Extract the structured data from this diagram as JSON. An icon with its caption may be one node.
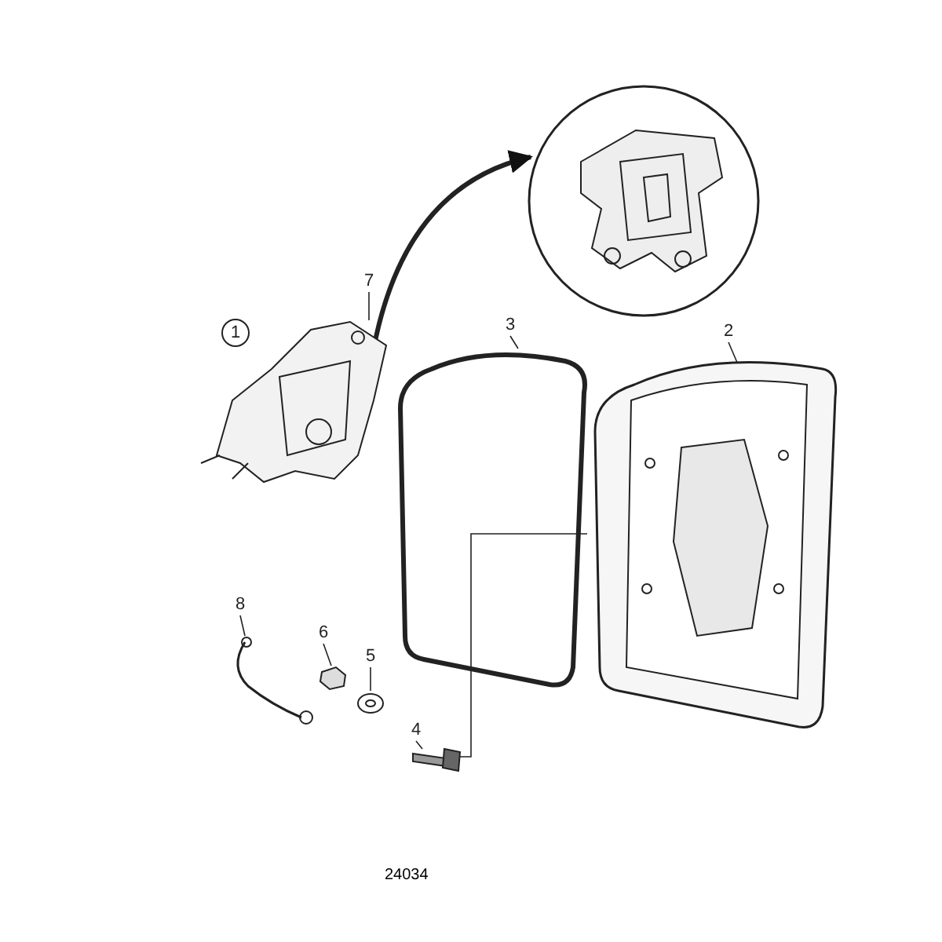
{
  "diagram": {
    "nodes": [
      {
        "text": [
          "1"
        ]
      },
      {
        "text": [],
        "shape": "picture"
      },
      {
        "text": [
          "7"
        ]
      },
      {
        "text": [],
        "shape": "picture"
      },
      {
        "text": [
          "3"
        ]
      },
      {
        "text": [],
        "shape": "picture"
      },
      {
        "text": [
          "2"
        ]
      },
      {
        "text": [],
        "shape": "picture"
      },
      {
        "text": [
          "8"
        ]
      },
      {
        "text": [],
        "shape": "picture"
      },
      {
        "text": [
          "6"
        ]
      },
      {
        "text": [],
        "shape": "picture"
      },
      {
        "text": [
          "5"
        ]
      },
      {
        "text": [],
        "shape": "picture"
      },
      {
        "text": [
          "4"
        ]
      },
      {
        "text": [],
        "shape": "picture"
      }
    ],
    "edges": [
      {
        "from": 3,
        "to": 1,
        "arrow": "to",
        "style": "thick"
      },
      {
        "from": 2,
        "to": 3,
        "arrow": "none"
      },
      {
        "from": 4,
        "to": 5,
        "arrow": "none"
      },
      {
        "from": 6,
        "to": 7,
        "arrow": "none"
      },
      {
        "from": 8,
        "to": 9,
        "arrow": "none"
      },
      {
        "from": 10,
        "to": 11,
        "arrow": "none"
      },
      {
        "from": 12,
        "to": 13,
        "arrow": "none"
      },
      {
        "from": 14,
        "to": 15,
        "arrow": "none"
      },
      {
        "from": 15,
        "to": 7,
        "arrow": "none"
      }
    ],
    "labels": [
      "24034"
    ]
  }
}
